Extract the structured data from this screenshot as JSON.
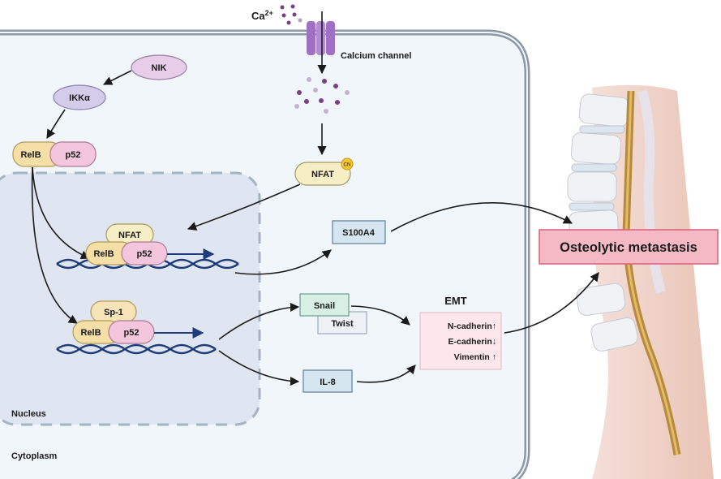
{
  "ion": {
    "base": "Ca",
    "charge": "2+"
  },
  "calcium_channel": "Calcium channel",
  "cytoplasmic_factors": {
    "nik": "NIK",
    "ikka": "IKKα",
    "nfat": "NFAT",
    "cn": "CN"
  },
  "complex_cytoplasm": {
    "relb": "RelB",
    "p52": "p52"
  },
  "nuclear_complex_1": {
    "nfat": "NFAT",
    "relb": "RelB",
    "p52": "p52"
  },
  "nuclear_complex_2": {
    "sp1": "Sp-1",
    "relb": "RelB",
    "p52": "p52"
  },
  "targets": {
    "s100a4": "S100A4",
    "snail": "Snail",
    "twist": "Twist",
    "il8": "IL-8"
  },
  "emt": {
    "title": "EMT",
    "markers": [
      {
        "name": "N-cadherin",
        "arrow": "↑"
      },
      {
        "name": "E-cadherin",
        "arrow": "↓"
      },
      {
        "name": "Vimentin",
        "arrow": "↑"
      }
    ]
  },
  "outcome": "Osteolytic metastasis",
  "compartments": {
    "nucleus": "Nucleus",
    "cytoplasm": "Cytoplasm"
  },
  "colors": {
    "cell_fill": "#f1f6fb",
    "cell_border": "#8c97a3",
    "nucleus_fill": "#dfe6f1",
    "nucleus_border": "#a5b3c4",
    "relb": "#f5dfa6",
    "p52": "#f3c6dd",
    "ikka": "#d3cdea",
    "nik": "#e7cde8",
    "nfat": "#f6efc6",
    "dna": "#1f3c7a",
    "channel": "#a070c4",
    "gene_box": "#d6e6f1",
    "snail": "#d8efe6",
    "emt_box": "#fde7ec",
    "outcome_box": "#f4b9c5",
    "outcome_border": "#d8607a"
  }
}
